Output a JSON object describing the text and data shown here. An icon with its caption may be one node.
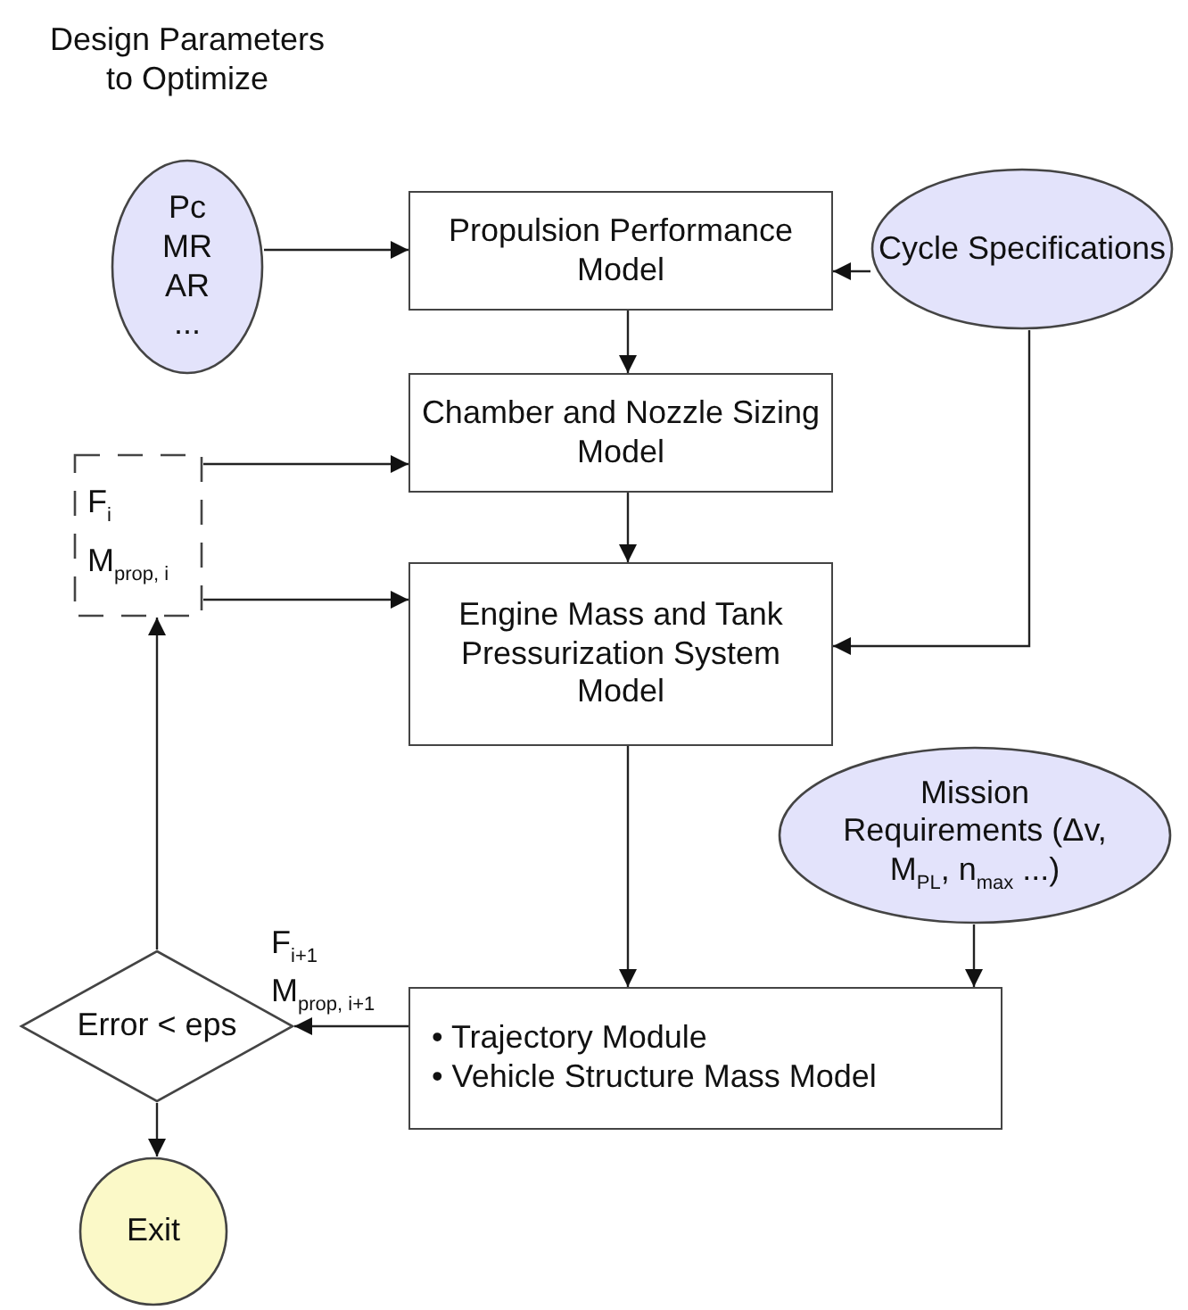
{
  "diagram": {
    "nodes": [
      {
        "text": [
          "Design Parameters to Optimize",
          "Pc",
          "MR",
          "AR",
          "..."
        ]
      },
      {
        "text": [
          "Propulsion Performance Model"
        ]
      },
      {
        "text": [
          "Cycle Specifications"
        ]
      },
      {
        "text": [
          "Chamber and Nozzle Sizing Model"
        ]
      },
      {
        "text": [
          "F$_{i}$",
          "M$_{prop, i}$"
        ]
      },
      {
        "text": [
          "Engine Mass and Tank Pressurization System Model"
        ]
      },
      {
        "text": [
          "Mission Requirements (Δv, M$_{PL}$, n$_{max}$ ...)"
        ]
      },
      {
        "text": [
          "• Trajectory Module",
          "• Vehicle Structure Mass Model"
        ]
      },
      {
        "text": [
          "Error < eps"
        ]
      },
      {
        "text": [
          "Exit"
        ]
      }
    ],
    "edges": [
      {
        "from": 0,
        "to": 1,
        "arrow": "to"
      },
      {
        "from": 2,
        "to": 1,
        "arrow": "to"
      },
      {
        "from": 1,
        "to": 3,
        "arrow": "to"
      },
      {
        "from": 4,
        "to": 3,
        "arrow": "to"
      },
      {
        "from": 3,
        "to": 5,
        "arrow": "to"
      },
      {
        "from": 4,
        "to": 5,
        "arrow": "to"
      },
      {
        "from": 2,
        "to": 5,
        "arrow": "to"
      },
      {
        "from": 5,
        "to": 7,
        "arrow": "to"
      },
      {
        "from": 6,
        "to": 7,
        "arrow": "to"
      },
      {
        "from": 7,
        "to": 8,
        "arrow": "to"
      },
      {
        "from": 8,
        "to": 4,
        "arrow": "to"
      },
      {
        "from": 8,
        "to": 9,
        "arrow": "to"
      }
    ],
    "labels": [
      "F$_{i+1}$",
      "M$_{prop, i+1}$"
    ]
  }
}
